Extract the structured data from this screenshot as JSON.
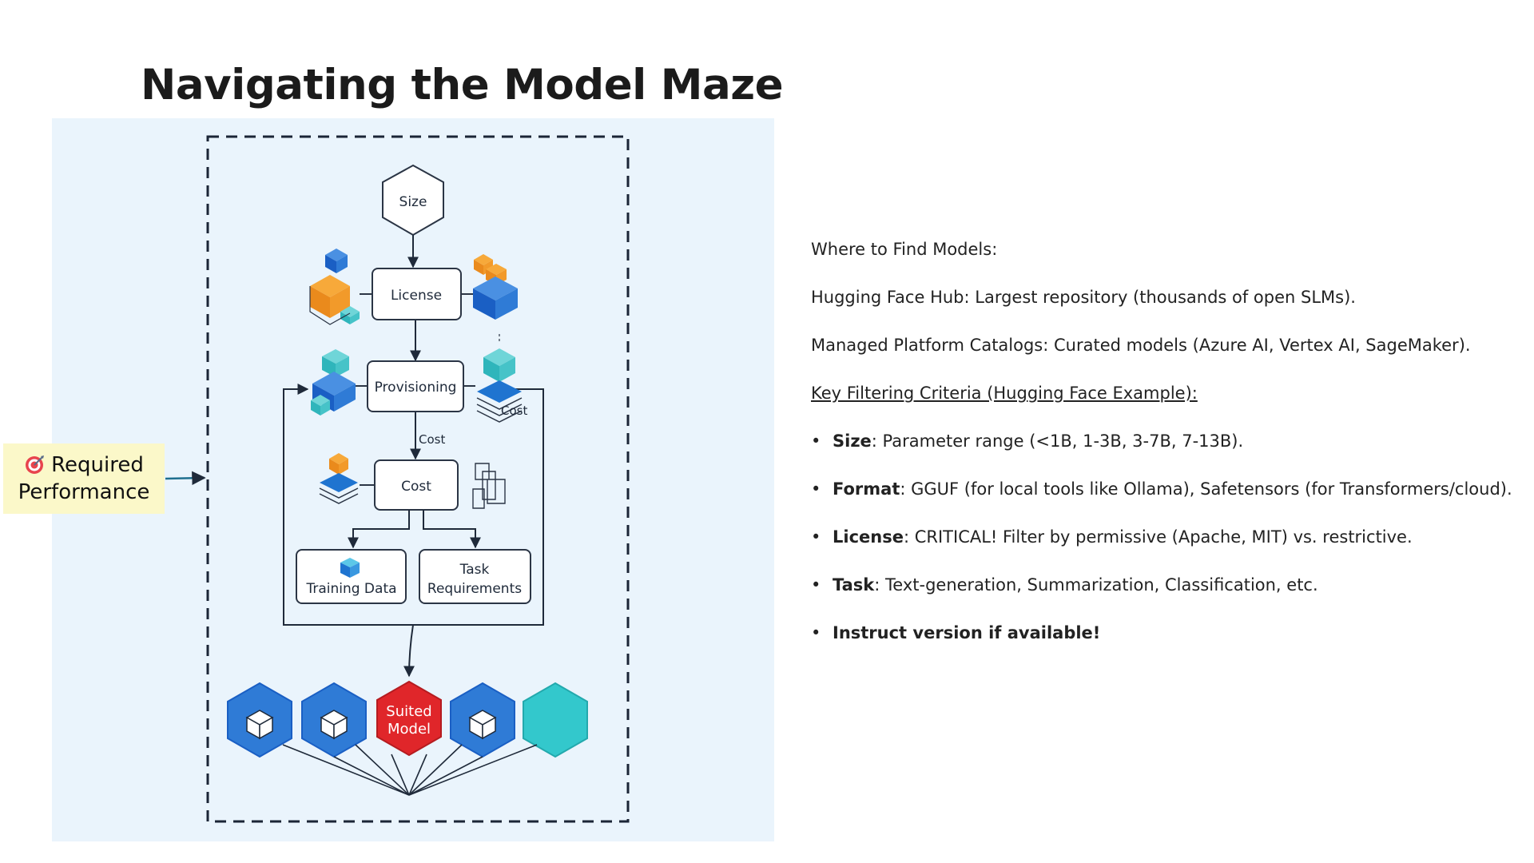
{
  "title": "Navigating the Model Maze",
  "diagram": {
    "nodes": {
      "size": "Size",
      "license": "License",
      "provisioning": "Provisioning",
      "cost": "Cost",
      "training_data": "Training Data",
      "task_line1": "Task",
      "task_line2": "Requirements",
      "suited_line1": "Suited",
      "suited_line2": "Model"
    },
    "edge_labels": {
      "cost_side": "Cost",
      "cost_arrow": "Cost"
    },
    "callout": {
      "line1": "Required",
      "line2": "Performance",
      "icon": "target-icon"
    },
    "colors": {
      "panel_background": "#eaf4fc",
      "hex_blue": "#2f7bd6",
      "hex_red": "#e0262a",
      "hex_teal": "#33c8cc",
      "callout_background": "#fbf8c9"
    }
  },
  "sidebar": {
    "find_heading": "Where to Find Models:",
    "sources": [
      "Hugging Face Hub: Largest repository (thousands of open SLMs).",
      "Managed Platform Catalogs: Curated models (Azure AI, Vertex AI, SageMaker)."
    ],
    "criteria_heading": "Key Filtering Criteria (Hugging Face Example):",
    "criteria": [
      {
        "name": "Size",
        "desc": ": Parameter range (<1B, 1-3B, 3-7B, 7-13B)."
      },
      {
        "name": "Format",
        "desc": ": GGUF (for local tools like Ollama), Safetensors (for Transformers/cloud)."
      },
      {
        "name": "License",
        "desc": ": CRITICAL! Filter by permissive (Apache, MIT) vs. restrictive."
      },
      {
        "name": "Task",
        "desc": ": Text-generation, Summarization, Classification, etc."
      }
    ],
    "final_note": "Instruct version if available!"
  }
}
